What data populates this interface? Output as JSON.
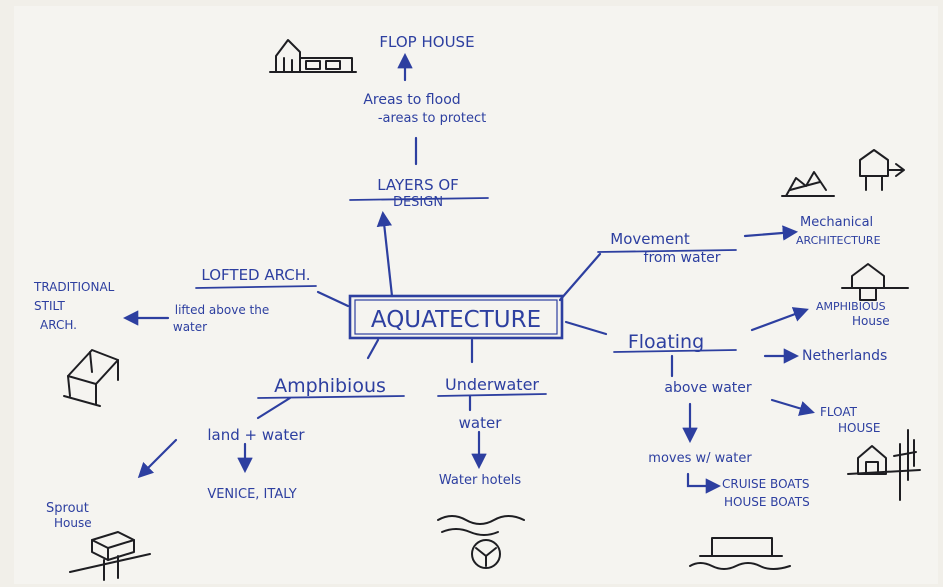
{
  "diagram": {
    "ink_color": "#2d3fa0",
    "sketch_color": "#1e1e22",
    "paper_color": "#f5f4f0",
    "center": "AQUATECTURE",
    "top_branch": {
      "heading_line1": "LAYERS OF",
      "heading_line2": "DESIGN",
      "note_line1": "Areas to flood",
      "note_line2": "-areas to protect",
      "result": "FLOP HOUSE"
    },
    "left_branch": {
      "heading": "LOFTED ARCH.",
      "note_line1": "lifted above the",
      "note_line2": "water",
      "result_line1": "TRADITIONAL",
      "result_line2": "STILT",
      "result_line3": "ARCH."
    },
    "amphibious_branch": {
      "heading": "Amphibious",
      "note": "land + water",
      "result1": "VENICE, ITALY",
      "result2_line1": "Sprout",
      "result2_line2": "House"
    },
    "underwater_branch": {
      "heading": "Underwater",
      "note": "water",
      "result": "Water hotels"
    },
    "movement_branch": {
      "heading_line1": "Movement",
      "heading_line2": "from water",
      "result_line1": "Mechanical",
      "result_line2": "ARCHITECTURE"
    },
    "floating_branch": {
      "heading": "Floating",
      "result1_line1": "AMPHIBIOUS",
      "result1_line2": "House",
      "result2": "Netherlands",
      "note": "above water",
      "result3_line1": "FLOAT",
      "result3_line2": "HOUSE",
      "sub_note": "moves w/ water",
      "sub_result_line1": "CRUISE BOATS",
      "sub_result_line2": "HOUSE BOATS"
    }
  }
}
